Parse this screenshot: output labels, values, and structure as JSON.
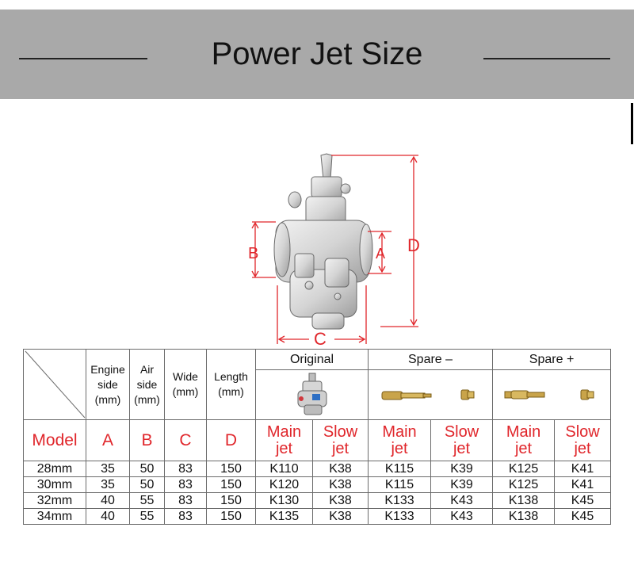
{
  "banner": {
    "title": "Power Jet Size"
  },
  "diagram": {
    "labels": {
      "a": "A",
      "b": "B",
      "c": "C",
      "d": "D"
    }
  },
  "table": {
    "groups": {
      "original": "Original",
      "spare_minus": "Spare –",
      "spare_plus": "Spare +"
    },
    "spec_headers": [
      {
        "l1": "Engine",
        "l2": "side",
        "l3": "(mm)"
      },
      {
        "l1": "Air",
        "l2": "side",
        "l3": "(mm)"
      },
      {
        "l1": "Wide",
        "l2": "(mm)"
      },
      {
        "l1": "Length",
        "l2": "(mm)"
      }
    ],
    "model_label": "Model",
    "letters": [
      "A",
      "B",
      "C",
      "D"
    ],
    "jet_labels": {
      "main_1": "Main",
      "main_2": "jet",
      "slow_1": "Slow",
      "slow_2": "jet"
    },
    "rows": [
      [
        "28mm",
        "35",
        "50",
        "83",
        "150",
        "K110",
        "K38",
        "K115",
        "K39",
        "K125",
        "K41"
      ],
      [
        "30mm",
        "35",
        "50",
        "83",
        "150",
        "K120",
        "K38",
        "K115",
        "K39",
        "K125",
        "K41"
      ],
      [
        "32mm",
        "40",
        "55",
        "83",
        "150",
        "K130",
        "K38",
        "K133",
        "K43",
        "K138",
        "K45"
      ],
      [
        "34mm",
        "40",
        "55",
        "83",
        "150",
        "K135",
        "K38",
        "K133",
        "K43",
        "K138",
        "K45"
      ]
    ]
  },
  "colors": {
    "banner": "#a9a9a9",
    "dimension": "#e0262b",
    "brass": "#c9a44a"
  }
}
